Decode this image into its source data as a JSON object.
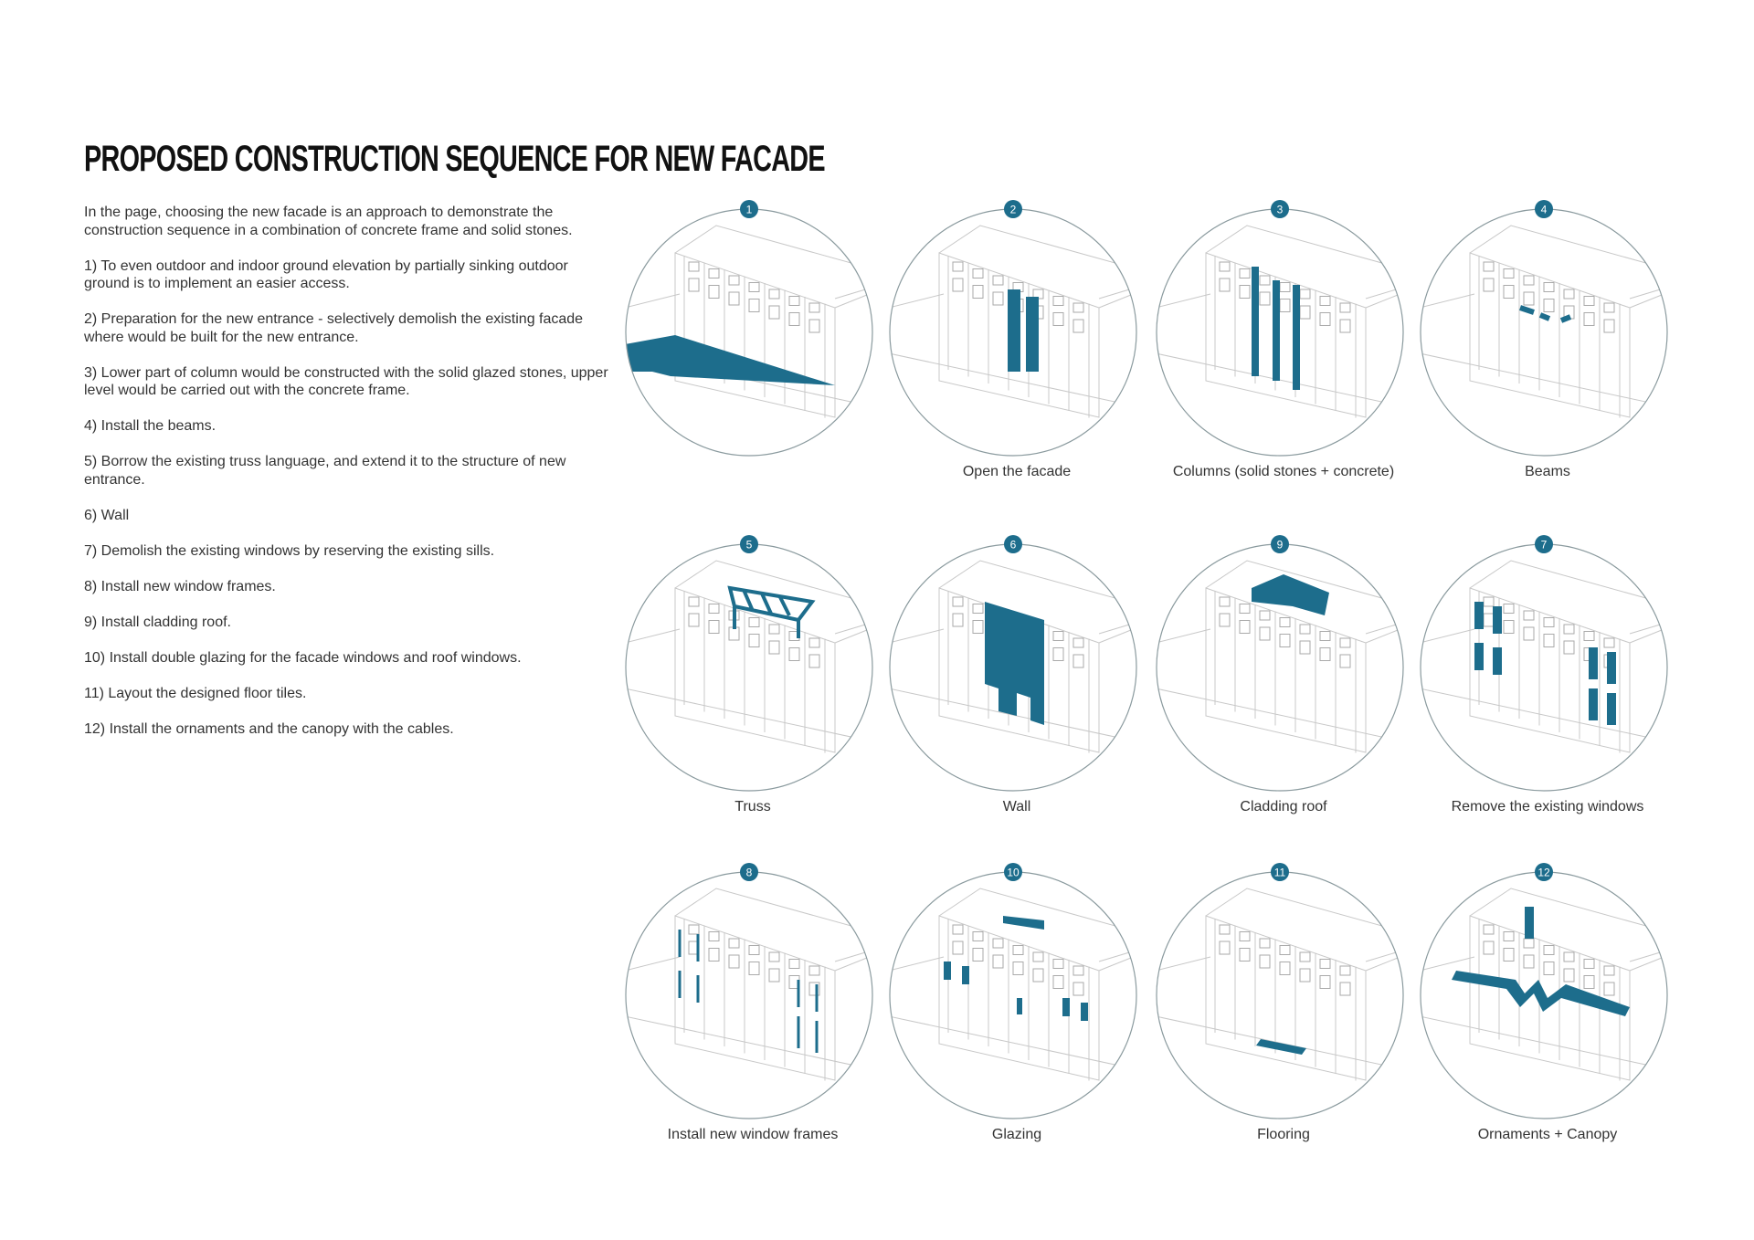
{
  "title": "PROPOSED CONSTRUCTION SEQUENCE FOR NEW FACADE",
  "intro": [
    "In the page, choosing the new facade is an approach to demonstrate the construction sequence in a combination of concrete frame and solid stones.",
    "1) To even outdoor and indoor ground elevation by partially sinking outdoor ground is to implement an easier access.",
    "2) Preparation for the new entrance - selectively demolish the existing facade where would be built for the new entrance.",
    "3) Lower part of column would be constructed with the solid glazed stones, upper level would be carried out with the concrete frame.",
    "4) Install the beams.",
    "5) Borrow the existing truss language, and extend it to the structure of new entrance.",
    "6) Wall",
    "7) Demolish the existing windows by reserving the existing sills.",
    "8) Install new window frames.",
    "9) Install cladding roof.",
    "10) Install double glazing for the facade windows and roof windows.",
    "11) Layout the designed floor tiles.",
    "12) Install the ornaments and the canopy with the cables."
  ],
  "colors": {
    "accent": "#1d6d8c",
    "outline": "#8a9a9e",
    "line": "#c8c8c8"
  },
  "diagrams": [
    {
      "step": "1",
      "caption": "",
      "highlight": "ground"
    },
    {
      "step": "2",
      "caption": "Open the facade",
      "highlight": "opening"
    },
    {
      "step": "3",
      "caption": "Columns (solid stones + concrete)",
      "highlight": "columns"
    },
    {
      "step": "4",
      "caption": "Beams",
      "highlight": "beams"
    },
    {
      "step": "5",
      "caption": "Truss",
      "highlight": "truss"
    },
    {
      "step": "6",
      "caption": "Wall",
      "highlight": "wall"
    },
    {
      "step": "9",
      "caption": "Cladding roof",
      "highlight": "roof"
    },
    {
      "step": "7",
      "caption": "Remove the existing windows",
      "highlight": "windows-removed"
    },
    {
      "step": "8",
      "caption": "Install new window frames",
      "highlight": "frames"
    },
    {
      "step": "10",
      "caption": "Glazing",
      "highlight": "glazing"
    },
    {
      "step": "11",
      "caption": "Flooring",
      "highlight": "floor"
    },
    {
      "step": "12",
      "caption": "Ornaments + Canopy",
      "highlight": "canopy"
    }
  ]
}
